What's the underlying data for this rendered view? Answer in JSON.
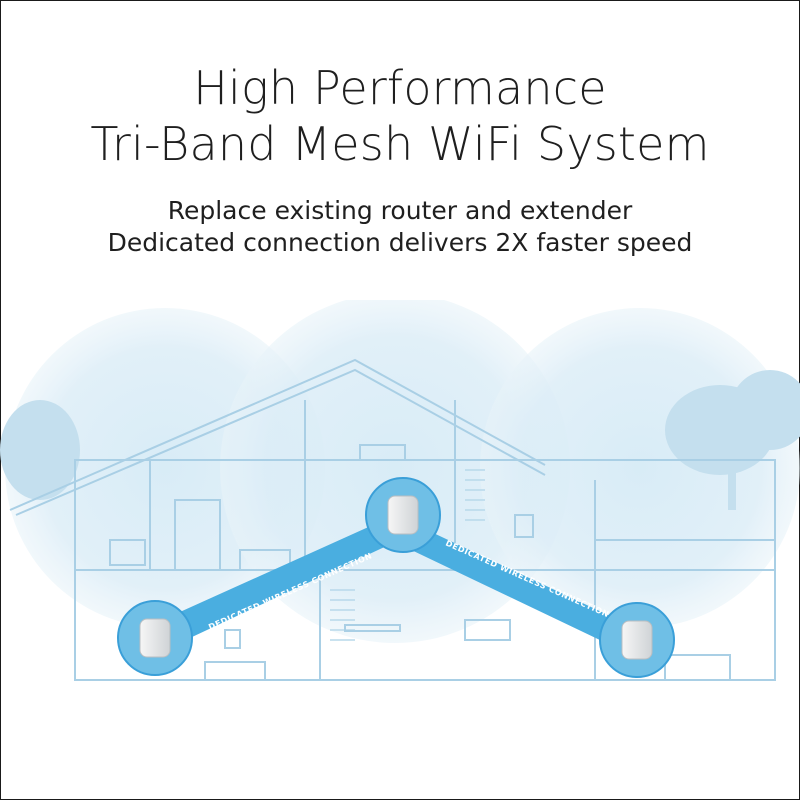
{
  "headline": {
    "line1": "High Performance",
    "line2": "Tri-Band Mesh WiFi System"
  },
  "subheadline": {
    "line1": "Replace existing router and extender",
    "line2": "Dedicated connection delivers 2X faster speed"
  },
  "connections": {
    "left_label": "DEDICATED WIRELESS CONNECTION",
    "right_label": "DEDICATED WIRELESS CONNECTION"
  },
  "colors": {
    "coverage": "#cfe6f3",
    "band": "#3a9fd8",
    "house_line": "#9fc8e0",
    "text": "#1f1f1f"
  },
  "icons": [
    "router-unit-icon",
    "satellite-unit-icon",
    "house-outline-icon",
    "tree-icon"
  ]
}
